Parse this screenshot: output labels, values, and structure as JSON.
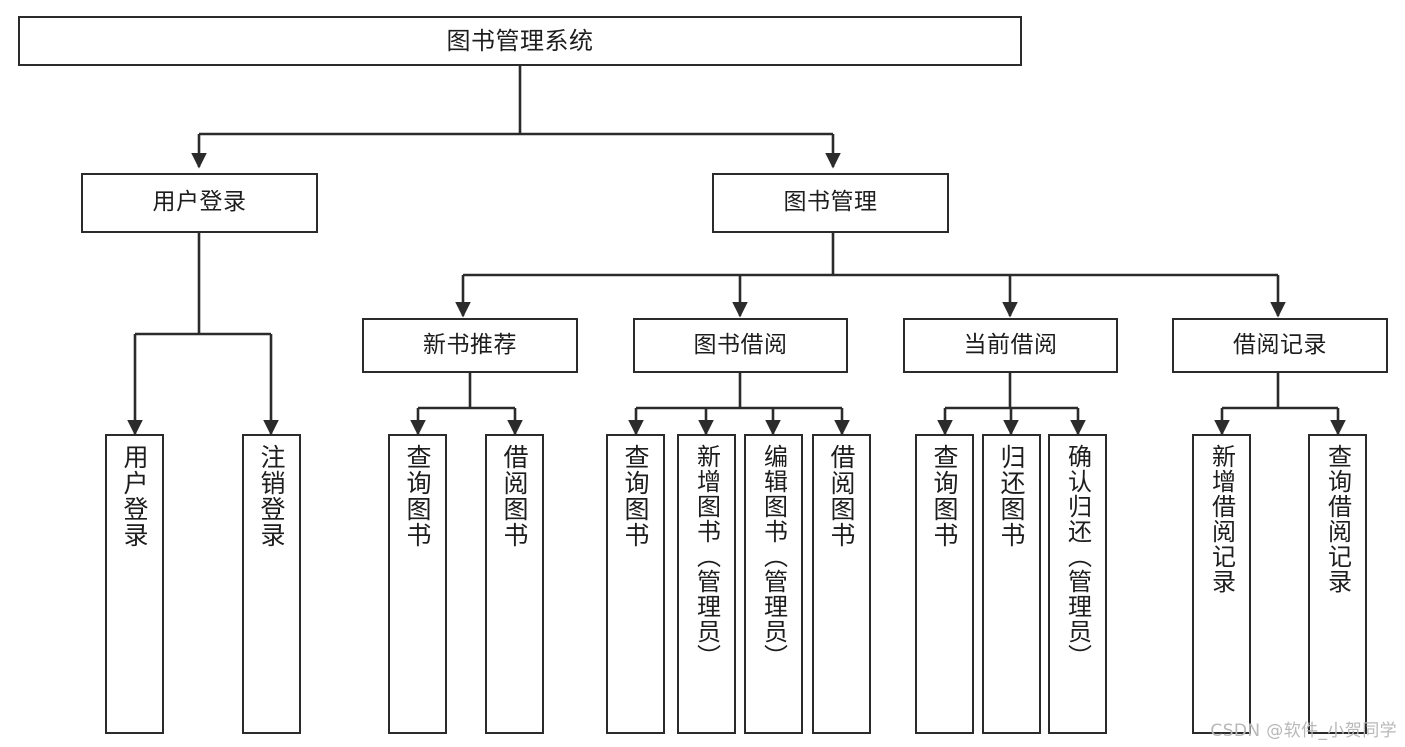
{
  "diagram": {
    "title": "图书管理系统",
    "type": "功能结构图",
    "watermark": "CSDN @软件_小贺同学",
    "stroke_color": "#2b2b2b",
    "fill_color": "#ffffff",
    "text_color": "#1d1d1d"
  },
  "root": {
    "label": "图书管理系统"
  },
  "level2": [
    {
      "label": "用户登录"
    },
    {
      "label": "图书管理"
    }
  ],
  "level3": [
    {
      "label": "新书推荐"
    },
    {
      "label": "图书借阅"
    },
    {
      "label": "当前借阅"
    },
    {
      "label": "借阅记录"
    }
  ],
  "leaves": {
    "user_login": [
      {
        "label": "用户登录"
      },
      {
        "label": "注销登录"
      }
    ],
    "new_book_recommend": [
      {
        "label": "查询图书"
      },
      {
        "label": "借阅图书"
      }
    ],
    "book_borrow": [
      {
        "label": "查询图书"
      },
      {
        "label": "新增图书（管理员）"
      },
      {
        "label": "编辑图书（管理员）"
      },
      {
        "label": "借阅图书"
      }
    ],
    "current_borrow": [
      {
        "label": "查询图书"
      },
      {
        "label": "归还图书"
      },
      {
        "label": "确认归还（管理员）"
      }
    ],
    "borrow_record": [
      {
        "label": "新增借阅记录"
      },
      {
        "label": "查询借阅记录"
      }
    ]
  }
}
